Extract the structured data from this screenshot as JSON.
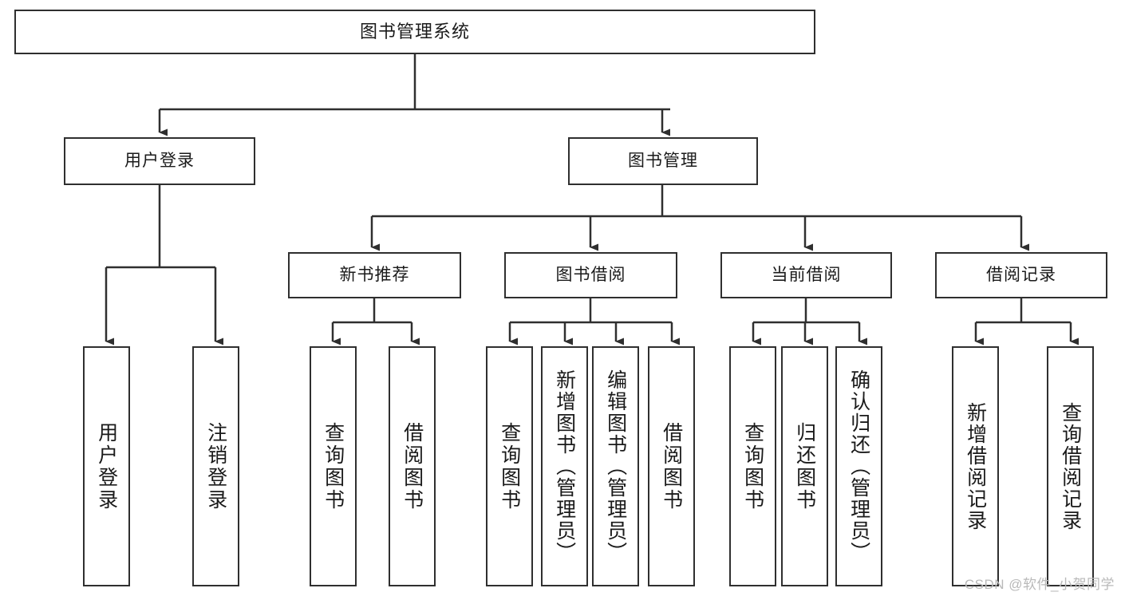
{
  "diagram": {
    "title": "图书管理系统",
    "watermark": "CSDN @软件_小贺同学",
    "line_color": "#2f2f2f",
    "box_fill": "#ffffff",
    "text_color": "#1a1a1a",
    "root": {
      "label": "图书管理系统"
    },
    "level2": [
      {
        "label": "用户登录"
      },
      {
        "label": "图书管理"
      }
    ],
    "level3": [
      {
        "label": "新书推荐"
      },
      {
        "label": "图书借阅"
      },
      {
        "label": "当前借阅"
      },
      {
        "label": "借阅记录"
      }
    ],
    "leaves": {
      "user_login": [
        {
          "label": "用户登录"
        },
        {
          "label": "注销登录"
        }
      ],
      "new_book_recommend": [
        {
          "label": "查询图书"
        },
        {
          "label": "借阅图书"
        }
      ],
      "book_borrow": [
        {
          "label": "查询图书"
        },
        {
          "label": "新增图书（管理员）"
        },
        {
          "label": "编辑图书（管理员）"
        },
        {
          "label": "借阅图书"
        }
      ],
      "current_borrow": [
        {
          "label": "查询图书"
        },
        {
          "label": "归还图书"
        },
        {
          "label": "确认归还（管理员）"
        }
      ],
      "borrow_record": [
        {
          "label": "新增借阅记录"
        },
        {
          "label": "查询借阅记录"
        }
      ]
    }
  }
}
